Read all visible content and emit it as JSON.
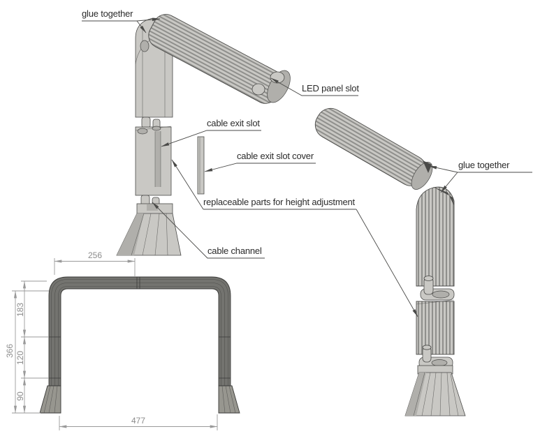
{
  "annotations": {
    "glue_left": "glue together",
    "led_panel_slot": "LED panel slot",
    "cable_exit_slot": "cable exit slot",
    "cable_exit_slot_cover": "cable exit slot cover",
    "replaceable_parts": "replaceable parts for height adjustment",
    "cable_channel": "cable channel",
    "glue_right": "glue together"
  },
  "dimensions": {
    "top_width": "256",
    "total_height": "366",
    "upper_segment": "183",
    "middle_segment": "120",
    "base_height": "90",
    "base_width": "477"
  },
  "colors": {
    "bg": "#ffffff",
    "part_light": "#c9c8c4",
    "part_shade": "#b0afab",
    "rib_dark": "#8f8f8c",
    "outline": "#4a4a48",
    "frame_fill": "#73736f",
    "frame_line": "#3a3a38",
    "foot_fill": "#97968f",
    "dim": "#9a9a9a",
    "dim_text": "#8c8c8c",
    "label": "#2b2b2b",
    "leader": "#4a4a48"
  }
}
